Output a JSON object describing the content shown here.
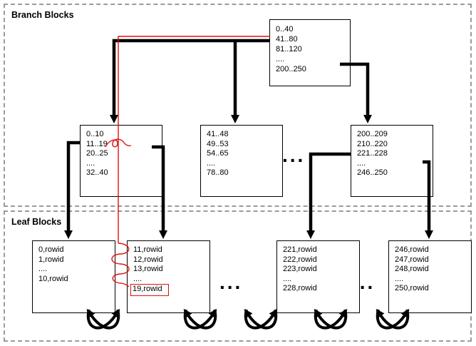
{
  "regions": {
    "branch": {
      "label": "Branch Blocks"
    },
    "leaf": {
      "label": "Leaf Blocks"
    }
  },
  "nodes": {
    "root": {
      "rows": [
        "0..40",
        "41..80",
        "81..120",
        "....",
        "200..250"
      ]
    },
    "branch_left": {
      "rows": [
        "0..10",
        "11..19",
        "20..25",
        "....",
        "32..40"
      ]
    },
    "branch_middle": {
      "rows": [
        "41..48",
        "49..53",
        "54..65",
        "....",
        "78..80"
      ]
    },
    "branch_right": {
      "rows": [
        "200..209",
        "210..220",
        "221..228",
        "....",
        "246..250"
      ]
    },
    "leaf_1": {
      "rows": [
        "0,rowid",
        "1,rowid",
        "....",
        "10,rowid"
      ]
    },
    "leaf_2": {
      "rows": [
        "11,rowid",
        "12,rowid",
        "13,rowid",
        "....",
        "19,rowid"
      ]
    },
    "leaf_3": {
      "rows": [
        "221,rowid",
        "222,rowid",
        "223,rowid",
        "....",
        "228,rowid"
      ]
    },
    "leaf_4": {
      "rows": [
        "246,rowid",
        "247,rowid",
        "248,rowid",
        "....",
        "250,rowid"
      ]
    }
  },
  "ellipsis": {
    "text": "..."
  },
  "colors": {
    "connector": "#000000",
    "scan_trace_red": "#e01010",
    "region_border_gray": "#9b9b9b",
    "box_background": "#ffffff"
  }
}
